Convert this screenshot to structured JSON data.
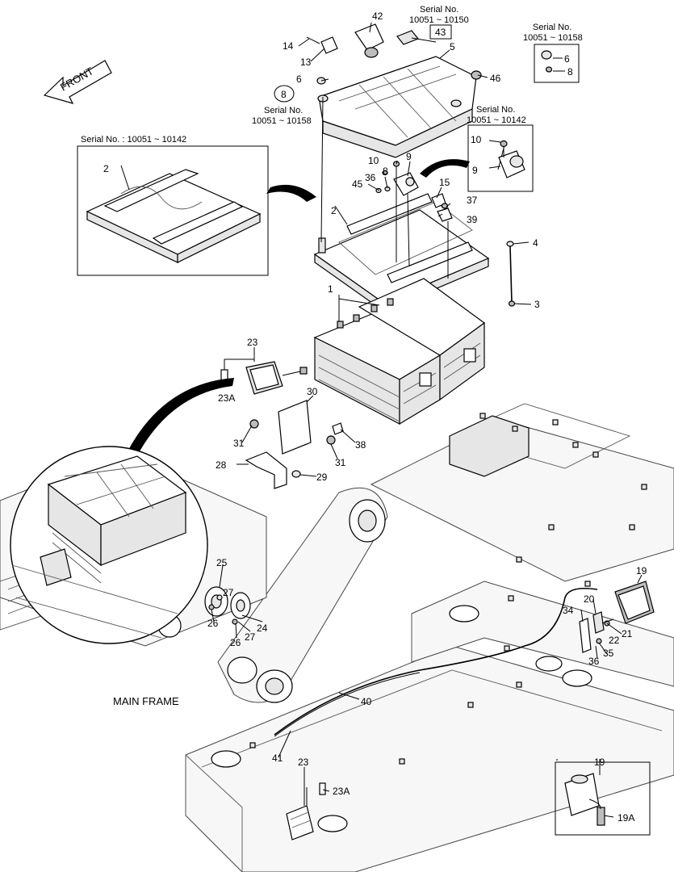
{
  "front_label": "FRONT",
  "main_frame_label": "MAIN FRAME",
  "callouts": {
    "c1": "1",
    "c2a": "2",
    "c2b": "2",
    "c3": "3",
    "c4": "4",
    "c5": "5",
    "c6a": "6",
    "c6b": "6",
    "c8a": "8",
    "c8b": "8",
    "c8c": "8",
    "c9a": "9",
    "c9b": "9",
    "c10a": "10",
    "c10b": "10",
    "c13": "13",
    "c14": "14",
    "c15": "15",
    "c19a": "19",
    "c19b": "19",
    "c19A": "19A",
    "c20": "20",
    "c21": "21",
    "c22": "22",
    "c23a": "23",
    "c23b": "23",
    "c23Aa": "23A",
    "c23Ab": "23A",
    "c24": "24",
    "c25": "25",
    "c26a": "26",
    "c26b": "26",
    "c27a": "27",
    "c27b": "27",
    "c28": "28",
    "c29": "29",
    "c30": "30",
    "c31a": "31",
    "c31b": "31",
    "c34": "34",
    "c35": "35",
    "c36a": "36",
    "c36b": "36",
    "c37": "37",
    "c38": "38",
    "c39": "39",
    "c40": "40",
    "c41": "41",
    "c42": "42",
    "c43": "43",
    "c45": "45",
    "c46": "46"
  },
  "serials": {
    "top_title": "Serial No.",
    "top_range": "10051 ~ 10150",
    "right_title": "Serial No.",
    "right_range": "10051 ~ 10158",
    "mid_title": "Serial No.",
    "mid_range": "10051 ~ 10158",
    "relay_title": "Serial No.",
    "relay_range": "10051 ~ 10142",
    "box_label": "Serial No. : 10051 ~ 10142"
  }
}
